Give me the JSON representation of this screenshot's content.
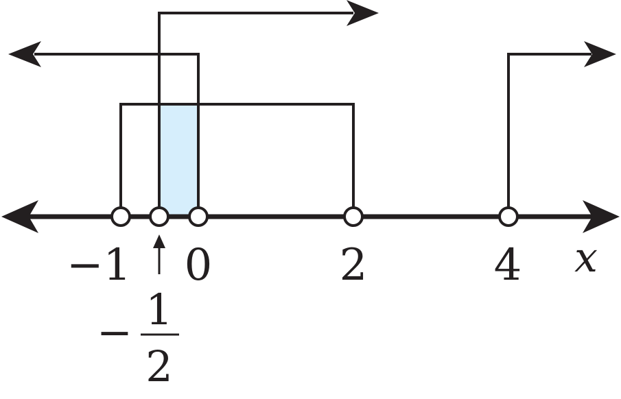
{
  "number_line": {
    "variable": "x",
    "tick_labels": [
      "−1",
      "0",
      "2",
      "4"
    ],
    "open_points": [
      -1,
      -0.5,
      0,
      2,
      4
    ]
  },
  "fraction_label": {
    "sign": "−",
    "numerator": "1",
    "denominator": "2",
    "pointer": "↑"
  },
  "intervals": [
    {
      "description": "x > -1/2",
      "from": -0.5,
      "to": "infinity"
    },
    {
      "description": "x < 0",
      "from": "-infinity",
      "to": 0
    },
    {
      "description": "-1 < x < 2",
      "from": -1,
      "to": 2
    },
    {
      "description": "x > 4",
      "from": 4,
      "to": "infinity"
    }
  ],
  "solution_interval": {
    "from": -0.5,
    "to": 0
  },
  "colors": {
    "ink": "#231f20",
    "shade": "#d6eefc",
    "background": "#ffffff"
  }
}
